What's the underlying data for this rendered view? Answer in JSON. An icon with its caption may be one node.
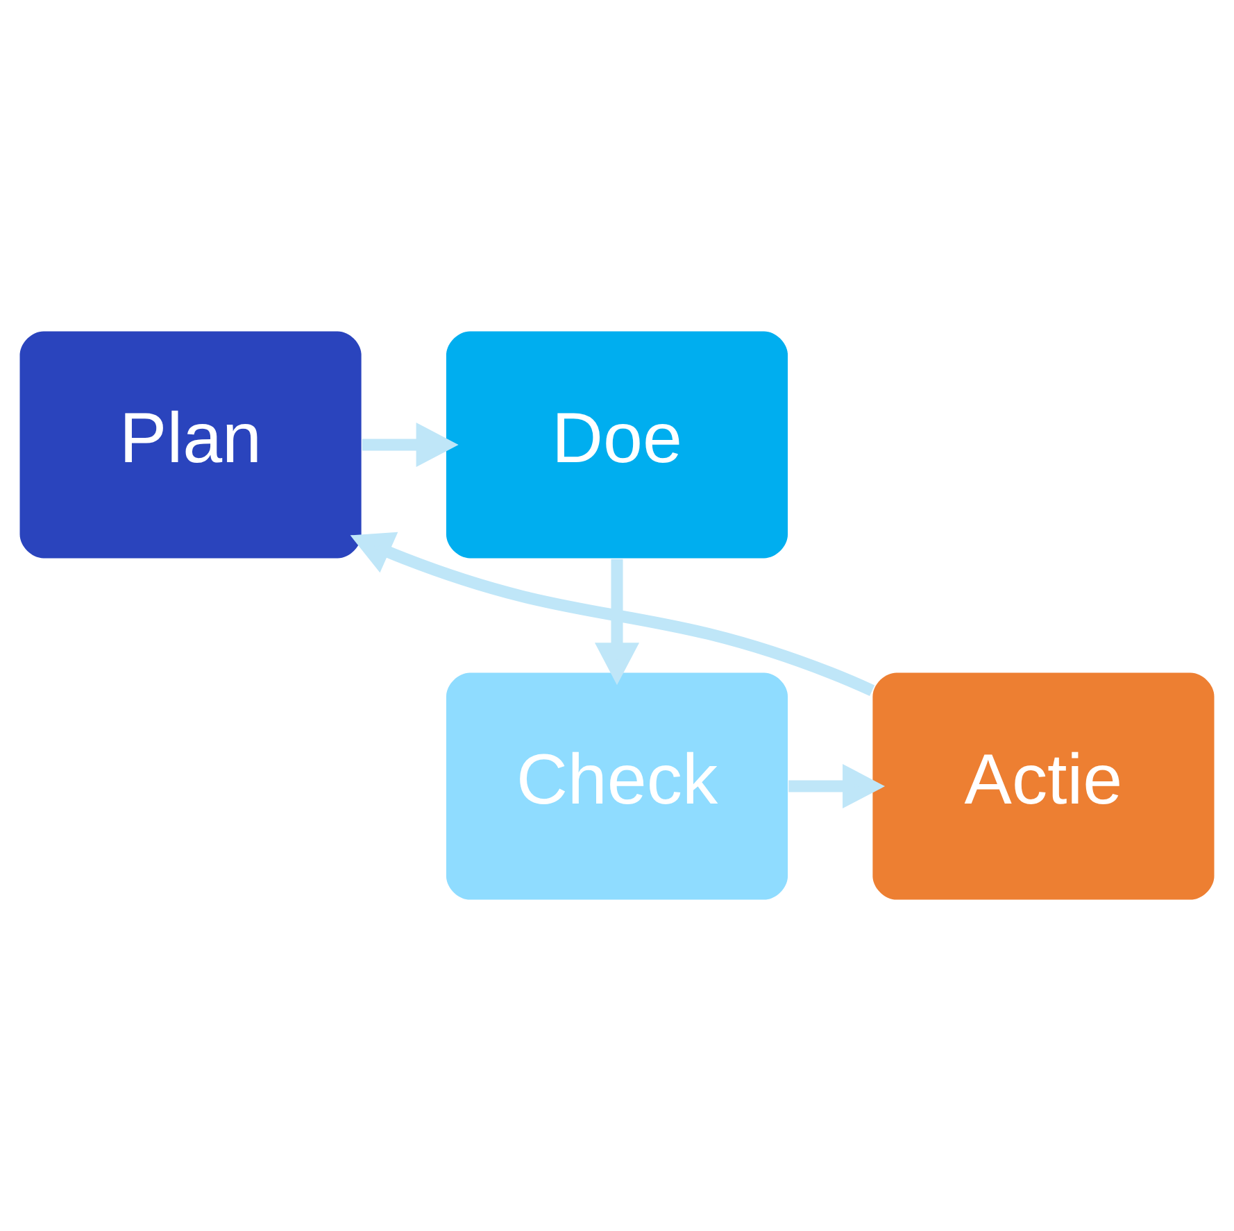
{
  "diagram": {
    "nodes": [
      {
        "text": [
          "Plan"
        ]
      },
      {
        "text": [
          "Doe"
        ]
      },
      {
        "text": [
          "Check"
        ]
      },
      {
        "text": [
          "Actie"
        ]
      }
    ],
    "edges": [
      {
        "from": 0,
        "to": 1,
        "arrow": "to"
      },
      {
        "from": 1,
        "to": 2,
        "arrow": "to"
      },
      {
        "from": 2,
        "to": 3,
        "arrow": "to"
      },
      {
        "from": 3,
        "to": 0,
        "arrow": "to"
      }
    ]
  }
}
